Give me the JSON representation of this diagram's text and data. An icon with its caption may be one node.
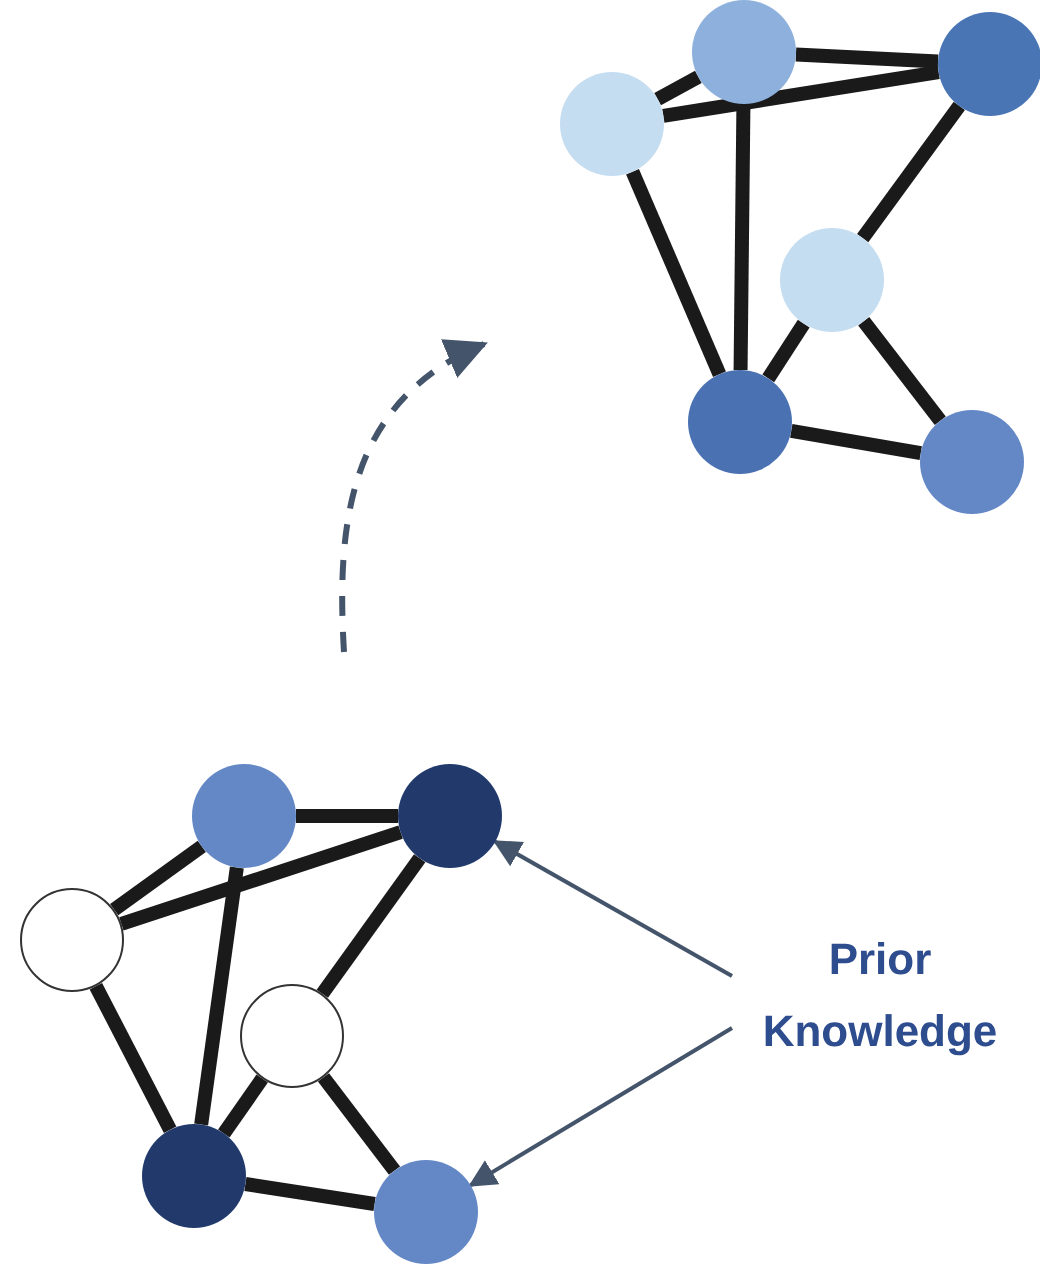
{
  "diagram": {
    "nodes": [
      {
        "text": [],
        "shape": "circle"
      },
      {
        "text": [],
        "shape": "circle"
      },
      {
        "text": [],
        "shape": "circle"
      },
      {
        "text": [],
        "shape": "circle"
      },
      {
        "text": [],
        "shape": "circle"
      },
      {
        "text": [],
        "shape": "circle"
      },
      {
        "text": [],
        "shape": "circle"
      },
      {
        "text": [],
        "shape": "circle"
      },
      {
        "text": [],
        "shape": "circle"
      },
      {
        "text": [],
        "shape": "circle"
      },
      {
        "text": [],
        "shape": "circle"
      },
      {
        "text": [],
        "shape": "circle"
      },
      {
        "text": [
          "Prior Knowledge"
        ]
      }
    ],
    "edges": [
      {
        "from": 0,
        "to": 1,
        "arrow": "none"
      },
      {
        "from": 0,
        "to": 2,
        "arrow": "none"
      },
      {
        "from": 2,
        "to": 1,
        "arrow": "none"
      },
      {
        "from": 1,
        "to": 3,
        "arrow": "none"
      },
      {
        "from": 0,
        "to": 4,
        "arrow": "none"
      },
      {
        "from": 2,
        "to": 4,
        "arrow": "none"
      },
      {
        "from": 4,
        "to": 3,
        "arrow": "none"
      },
      {
        "from": 3,
        "to": 5,
        "arrow": "none"
      },
      {
        "from": 4,
        "to": 5,
        "arrow": "none"
      },
      {
        "from": 6,
        "to": 7,
        "arrow": "none"
      },
      {
        "from": 6,
        "to": 8,
        "arrow": "none"
      },
      {
        "from": 8,
        "to": 7,
        "arrow": "none"
      },
      {
        "from": 7,
        "to": 9,
        "arrow": "none"
      },
      {
        "from": 6,
        "to": 10,
        "arrow": "none"
      },
      {
        "from": 8,
        "to": 10,
        "arrow": "none"
      },
      {
        "from": 10,
        "to": 9,
        "arrow": "none"
      },
      {
        "from": 9,
        "to": 11,
        "arrow": "none"
      },
      {
        "from": 10,
        "to": 11,
        "arrow": "none"
      },
      {
        "from": 12,
        "to": 7,
        "arrow": "to",
        "color": "#44546a"
      },
      {
        "from": 12,
        "to": 11,
        "arrow": "to",
        "color": "#44546a"
      }
    ]
  }
}
